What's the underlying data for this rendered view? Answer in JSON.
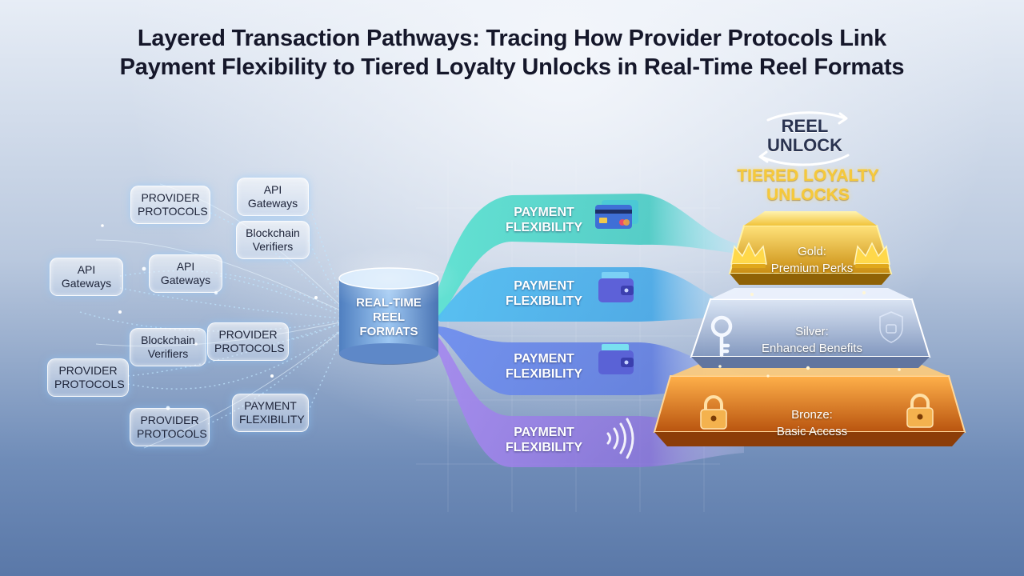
{
  "title": {
    "line1": "Layered Transaction Pathways: Tracing How Provider Protocols Link",
    "line2": "Payment Flexibility to Tiered Loyalty Unlocks in Real-Time Reel Formats"
  },
  "nodes": [
    {
      "id": "n1",
      "lines": [
        "PROVIDER",
        "PROTOCOLS"
      ]
    },
    {
      "id": "n2",
      "lines": [
        "API",
        "Gateways"
      ]
    },
    {
      "id": "n3",
      "lines": [
        "Blockchain",
        "Verifiers"
      ]
    },
    {
      "id": "n4",
      "lines": [
        "API",
        "Gateways"
      ]
    },
    {
      "id": "n5",
      "lines": [
        "API",
        "Gateways"
      ]
    },
    {
      "id": "n6",
      "lines": [
        "Blockchain",
        "Verifiers"
      ]
    },
    {
      "id": "n7",
      "lines": [
        "PROVIDER",
        "PROTOCOLS"
      ]
    },
    {
      "id": "n8",
      "lines": [
        "PROVIDER",
        "PROTOCOLS"
      ]
    },
    {
      "id": "n9",
      "lines": [
        "PROVIDER",
        "PROTOCOLS"
      ]
    },
    {
      "id": "n10",
      "lines": [
        "PAYMENT",
        "FLEXIBILITY"
      ]
    }
  ],
  "hub": {
    "lines": [
      "REAL-TIME",
      "REEL",
      "FORMATS"
    ]
  },
  "payments": [
    {
      "lines": [
        "PAYMENT",
        "FLEXIBILITY"
      ],
      "icon": "credit-card-icon",
      "color": "#3fd3c3"
    },
    {
      "lines": [
        "PAYMENT",
        "FLEXIBILITY"
      ],
      "icon": "wallet-icon",
      "color": "#45b4ef"
    },
    {
      "lines": [
        "PAYMENT",
        "FLEXIBILITY"
      ],
      "icon": "wallet-icon",
      "color": "#5b86e8"
    },
    {
      "lines": [
        "PAYMENT",
        "FLEXIBILITY"
      ],
      "icon": "contactless-icon",
      "color": "#9a7be6"
    }
  ],
  "reel_unlock": {
    "line1": "REEL",
    "line2": "UNLOCK"
  },
  "loyalty": {
    "line1": "TIERED LOYALTY",
    "line2": "UNLOCKS"
  },
  "tiers": [
    {
      "name": "Gold:",
      "perk": "Premium Perks",
      "icon": "crown-icon",
      "color": "#f2c230"
    },
    {
      "name": "Silver:",
      "perk": "Enhanced Benefits",
      "icon": "key-icon",
      "color": "#b7c8e4"
    },
    {
      "name": "Bronze:",
      "perk": "Basic Access",
      "icon": "padlock-icon",
      "color": "#e8892a"
    }
  ]
}
